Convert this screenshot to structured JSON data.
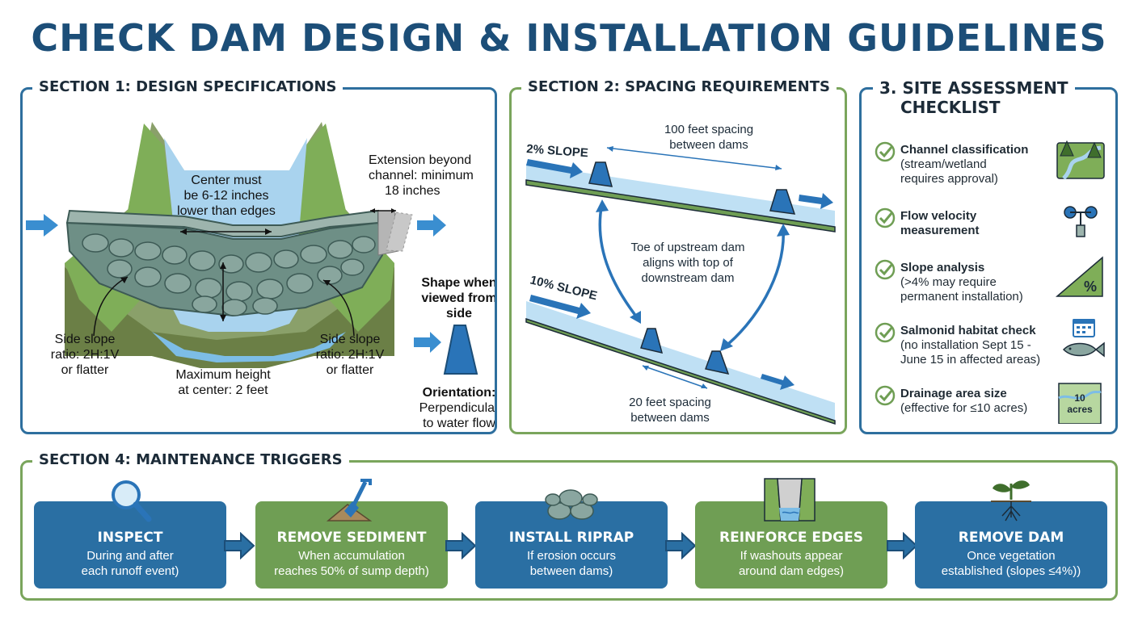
{
  "title": "CHECK DAM DESIGN & INSTALLATION GUIDELINES",
  "colors": {
    "navy": "#1c4e78",
    "blue": "#2a6fa3",
    "green": "#6f9e54",
    "water": "#a9d3ee",
    "rock": "#6e8f86"
  },
  "section1": {
    "title": "SECTION 1: DESIGN SPECIFICATIONS",
    "center_note": [
      "Center must",
      "be 6-12 inches",
      "lower than edges"
    ],
    "extension_note": [
      "Extension beyond",
      "channel: minimum",
      "18 inches"
    ],
    "side_slope_left": [
      "Side slope",
      "ratio: 2H:1V",
      "or flatter"
    ],
    "side_slope_right": [
      "Side slope",
      "ratio: 2H:1V",
      "or flatter"
    ],
    "max_height": [
      "Maximum height",
      "at center: 2 feet"
    ],
    "shape_label": [
      "Shape when",
      "viewed from",
      "side"
    ],
    "orientation_title": "Orientation:",
    "orientation_text": [
      "Perpendicular",
      "to water flow"
    ]
  },
  "section2": {
    "title": "SECTION 2: SPACING REQUIREMENTS",
    "slope_top": "2% SLOPE",
    "slope_bottom": "10% SLOPE",
    "spacing_top": [
      "100 feet spacing",
      "between dams"
    ],
    "toe_note": [
      "Toe of upstream dam",
      "aligns with top of",
      "downstream dam"
    ],
    "spacing_bottom": [
      "20 feet spacing",
      "between dams"
    ]
  },
  "section3": {
    "title": [
      "3. SITE ASSESSMENT",
      "CHECKLIST"
    ],
    "items": [
      {
        "title": "Channel classification",
        "detail": [
          "(stream/wetland",
          "requires approval)"
        ],
        "icon": "forest-stream-icon"
      },
      {
        "title": "Flow velocity",
        "detail": [
          "measurement"
        ],
        "icon": "flow-meter-icon"
      },
      {
        "title": "Slope analysis",
        "detail": [
          "(>4% may require",
          "permanent installation)"
        ],
        "icon": "slope-percent-icon"
      },
      {
        "title": "Salmonid habitat check",
        "detail": [
          "(no installation Sept 15 -",
          "June 15 in affected areas)"
        ],
        "icon": "calendar-fish-icon"
      },
      {
        "title": "Drainage area size",
        "detail": [
          "(effective for ≤10 acres)"
        ],
        "icon": "map-acres-icon",
        "icon_label": [
          "10",
          "acres"
        ]
      }
    ]
  },
  "section4": {
    "title": "SECTION 4: MAINTENANCE TRIGGERS",
    "steps": [
      {
        "title": "INSPECT",
        "desc": [
          "During and after",
          "each runoff event)"
        ],
        "color": "blue",
        "icon": "magnifier-icon"
      },
      {
        "title": "REMOVE SEDIMENT",
        "desc": [
          "When accumulation",
          "reaches 50% of sump depth)"
        ],
        "color": "green",
        "icon": "shovel-icon"
      },
      {
        "title": "INSTALL RIPRAP",
        "desc": [
          "If erosion occurs",
          "between dams)"
        ],
        "color": "blue",
        "icon": "rocks-icon"
      },
      {
        "title": "REINFORCE EDGES",
        "desc": [
          "If washouts appear",
          "around dam edges)"
        ],
        "color": "green",
        "icon": "channel-edges-icon"
      },
      {
        "title": "REMOVE DAM",
        "desc": [
          "Once vegetation",
          "established (slopes ≤4%))"
        ],
        "color": "blue",
        "icon": "seedling-icon"
      }
    ]
  }
}
